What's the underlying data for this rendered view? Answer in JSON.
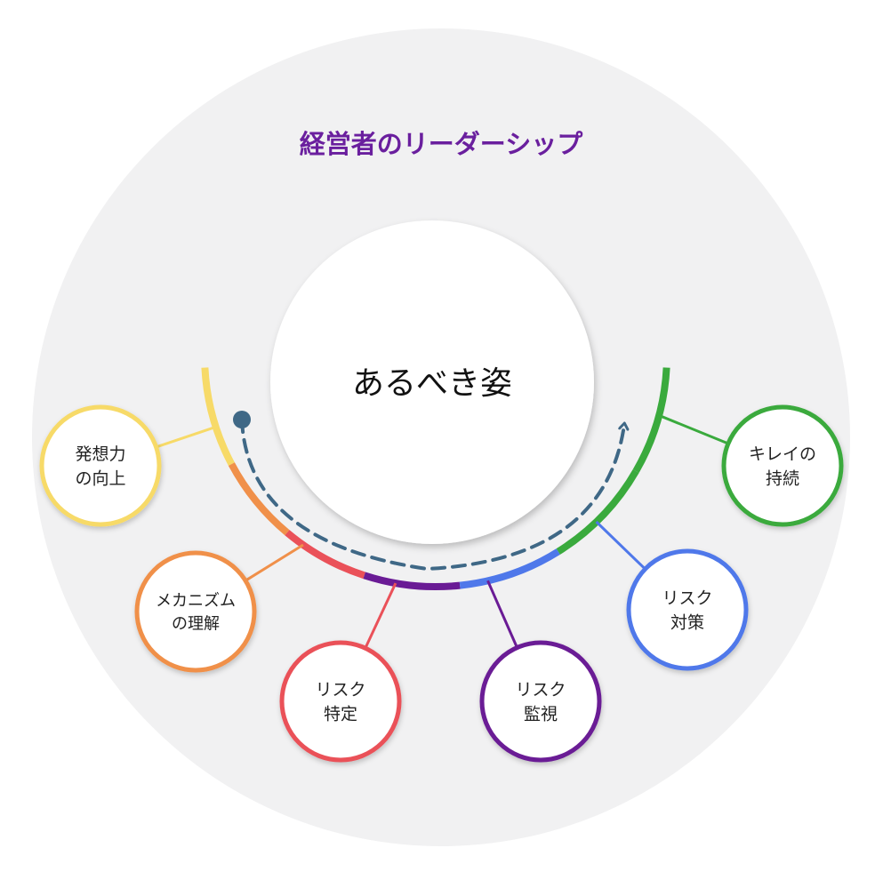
{
  "title": "経営者のリーダーシップ",
  "center_label": "あるべき姿",
  "colors": {
    "background_disc": "#f1f1f2",
    "title": "#6a1f9e",
    "center_text": "#111111",
    "arrow": "#3f6886"
  },
  "nodes": [
    {
      "id": "hassou",
      "lines": [
        "発想力",
        "の向上"
      ],
      "color": "#f7da68"
    },
    {
      "id": "mechanism",
      "lines": [
        "メカニズム",
        "の理解"
      ],
      "color": "#f0904a"
    },
    {
      "id": "risk-tokutei",
      "lines": [
        "リスク",
        "特定"
      ],
      "color": "#ea5159"
    },
    {
      "id": "risk-kanshi",
      "lines": [
        "リスク",
        "監視"
      ],
      "color": "#6a1b95"
    },
    {
      "id": "risk-taisaku",
      "lines": [
        "リスク",
        "対策"
      ],
      "color": "#4f78ea"
    },
    {
      "id": "kirei",
      "lines": [
        "キレイの",
        "持続"
      ],
      "color": "#3aaa3d"
    }
  ]
}
